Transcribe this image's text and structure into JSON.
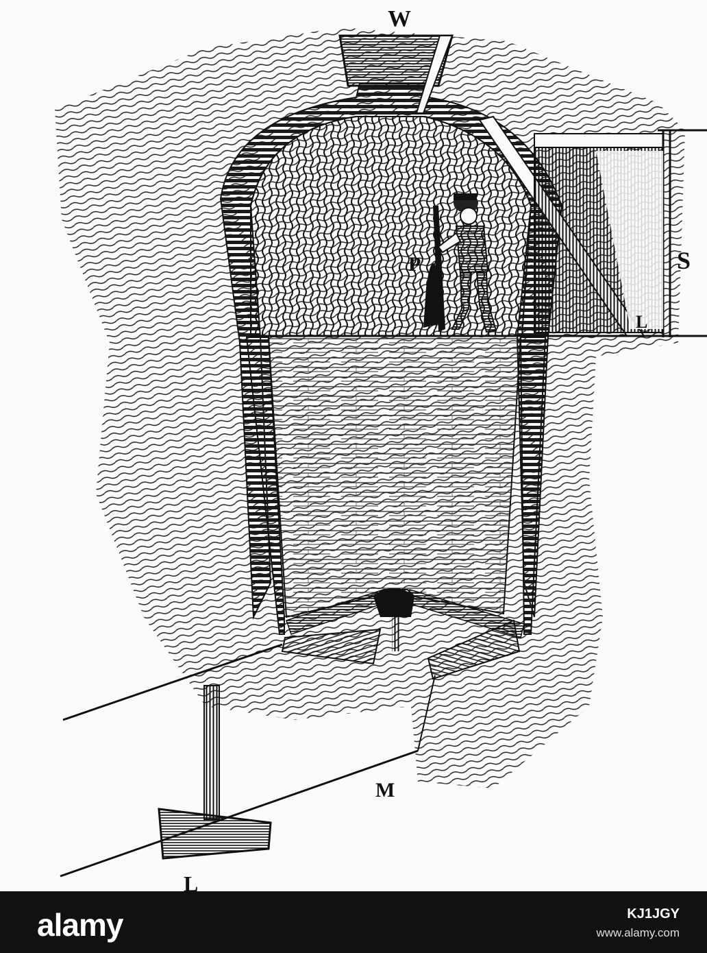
{
  "figure": {
    "labels": {
      "top_hopper": "W",
      "person": "P",
      "shed": "S",
      "ladder": "L",
      "passage": "M",
      "bottom_block": "L"
    },
    "colors": {
      "ink": "#111111",
      "paper": "#fbfbfa"
    }
  },
  "watermark": {
    "brand": "alamy",
    "image_id": "KJ1JGY",
    "url": "www.alamy.com"
  }
}
